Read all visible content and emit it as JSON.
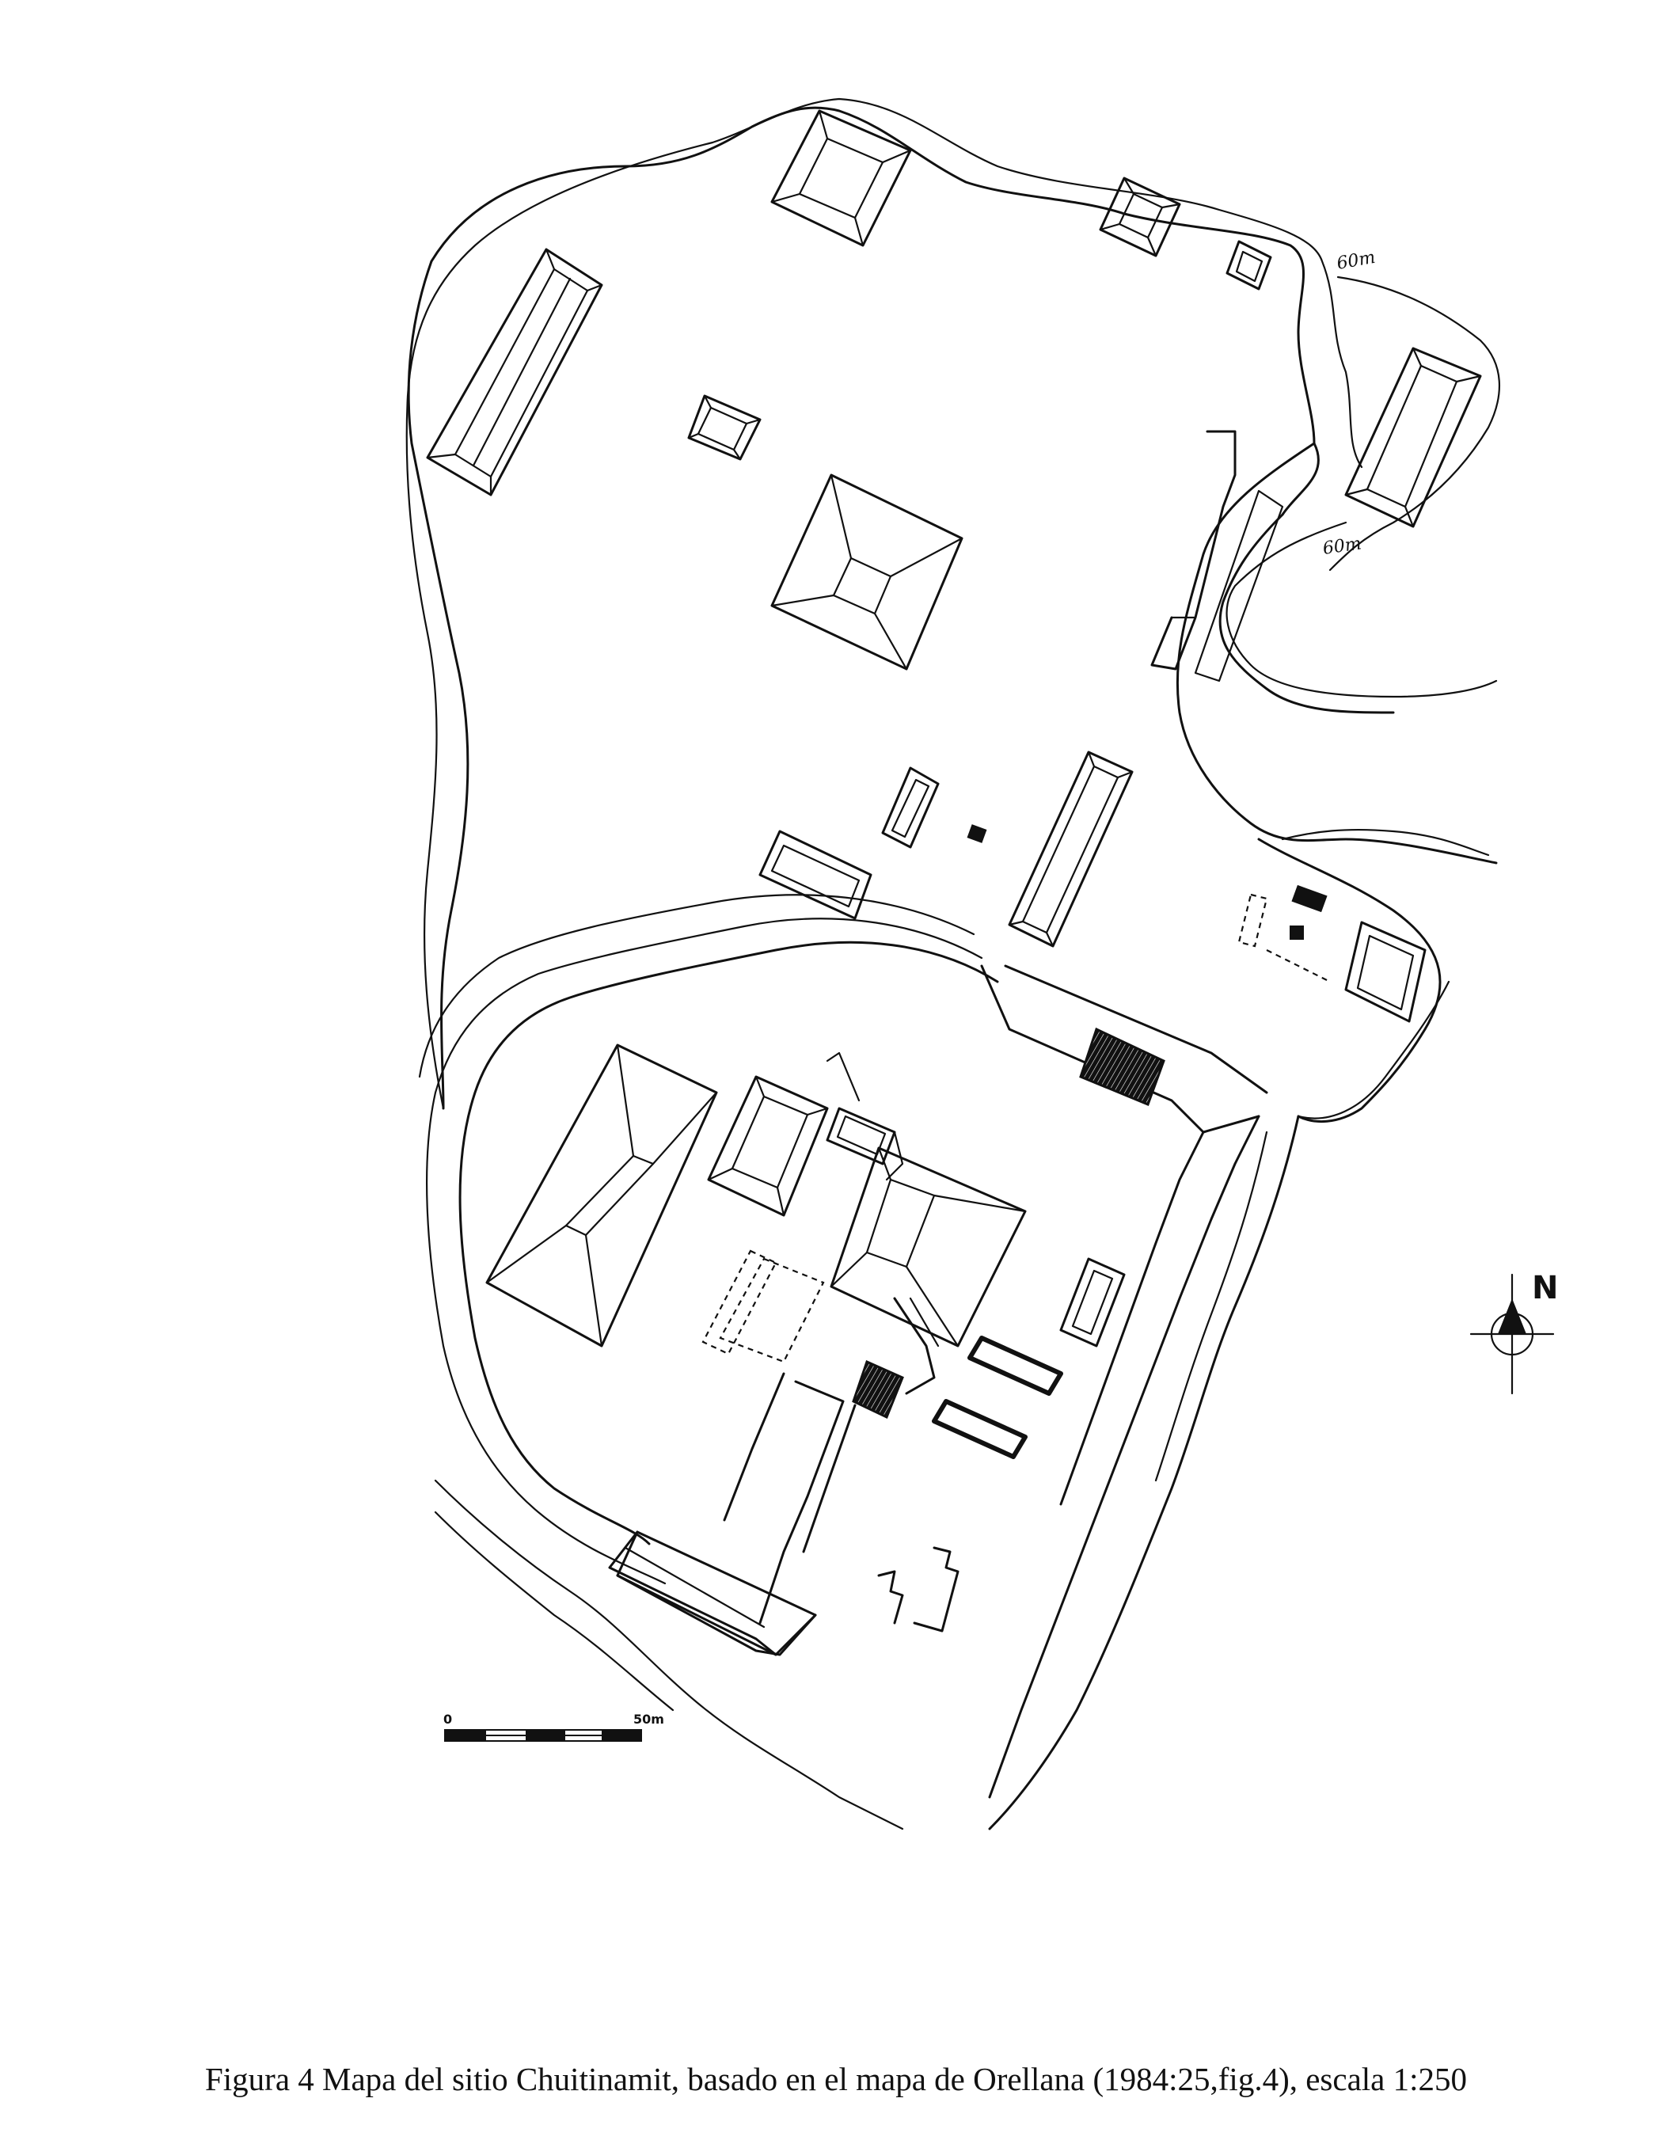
{
  "map": {
    "contour_labels": [
      "60m",
      "60m"
    ],
    "north_label": "N",
    "scale_bar": {
      "start_label": "0",
      "end_label": "50m"
    }
  },
  "caption": "Figura 4   Mapa del sitio Chuitinamit, basado en el mapa de Orellana (1984:25,fig.4), escala 1:250"
}
